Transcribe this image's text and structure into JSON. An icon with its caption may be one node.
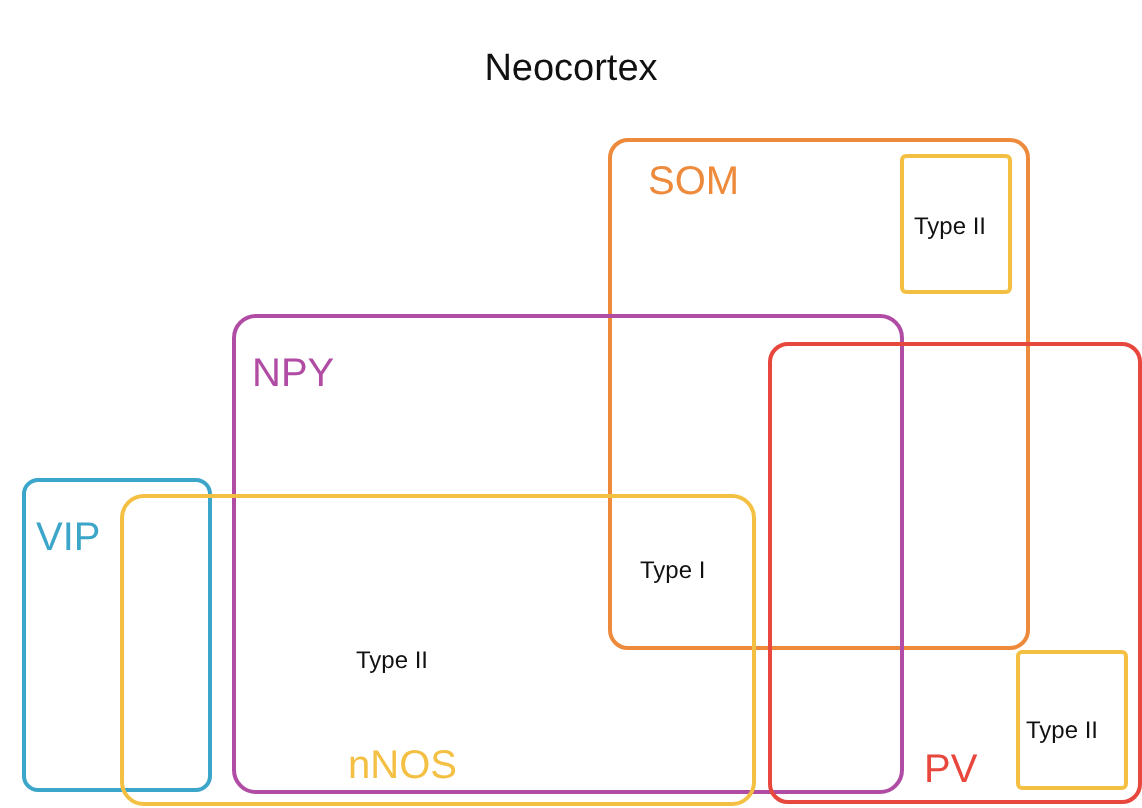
{
  "diagram": {
    "title": "Neocortex",
    "nodes": [
      {
        "text": [
          "SOM"
        ]
      },
      {
        "text": [
          "Type II"
        ],
        "in": 0
      },
      {
        "text": [
          "NPY"
        ]
      },
      {
        "text": [
          "PV"
        ]
      },
      {
        "text": [
          "Type II"
        ],
        "in": 3
      },
      {
        "text": [
          "VIP"
        ]
      },
      {
        "text": [
          "nNOS"
        ]
      }
    ],
    "labels": [
      "Type I",
      "Type II"
    ]
  }
}
